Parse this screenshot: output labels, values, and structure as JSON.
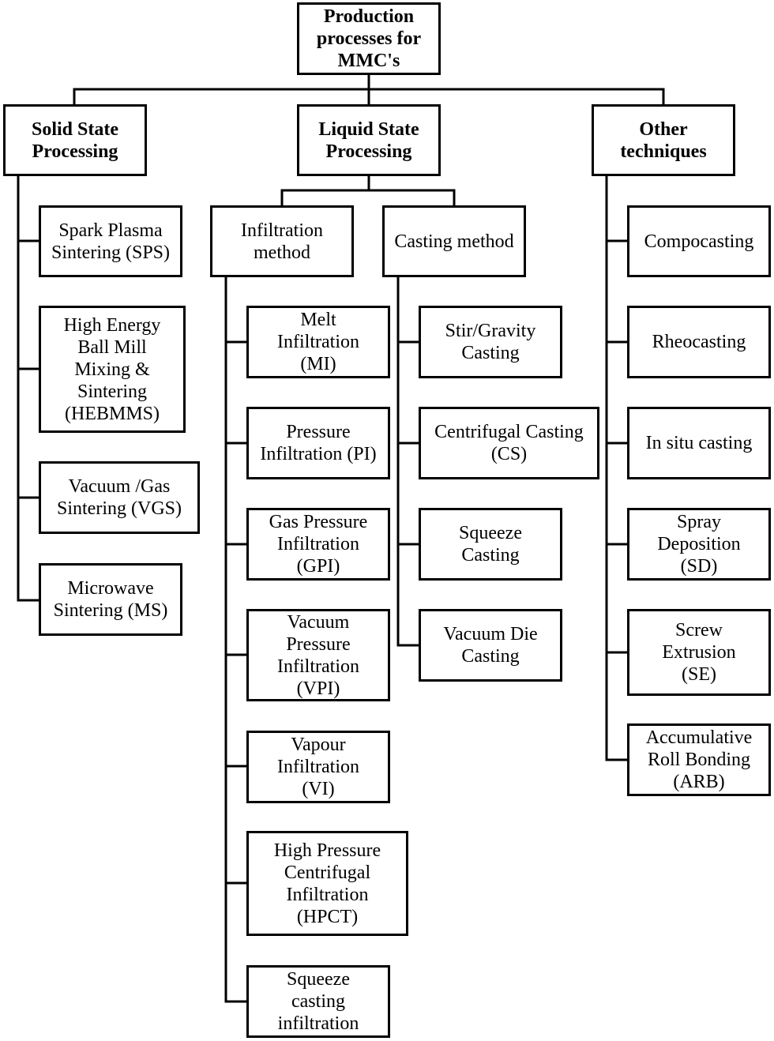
{
  "nodes": {
    "root": "Production\nprocesses for\nMMC's",
    "solid": "Solid State\nProcessing",
    "liquid": "Liquid State\nProcessing",
    "other": "Other\ntechniques",
    "sps": "Spark Plasma\nSintering (SPS)",
    "hebmms": "High Energy\nBall Mill\nMixing &\nSintering\n(HEBMMS)",
    "vgs": "Vacuum /Gas\nSintering (VGS)",
    "ms": "Microwave\nSintering (MS)",
    "infiltration": "Infiltration\nmethod",
    "casting": "Casting method",
    "mi": "Melt\nInfiltration\n(MI)",
    "pi": "Pressure\nInfiltration (PI)",
    "gpi": "Gas Pressure\nInfiltration\n(GPI)",
    "vpi": "Vacuum\nPressure\nInfiltration\n(VPI)",
    "vi": "Vapour\nInfiltration\n(VI)",
    "hpct": "High Pressure\nCentrifugal\nInfiltration\n(HPCT)",
    "sci": "Squeeze\ncasting\ninfiltration",
    "stir": "Stir/Gravity\nCasting",
    "cs": "Centrifugal Casting\n(CS)",
    "squeeze": "Squeeze\nCasting",
    "vdc": "Vacuum Die\nCasting",
    "compo": "Compocasting",
    "rheo": "Rheocasting",
    "insitu": "In situ casting",
    "sd": "Spray\nDeposition\n(SD)",
    "se": "Screw\nExtrusion\n(SE)",
    "arb": "Accumulative\nRoll Bonding\n(ARB)"
  },
  "colors": {
    "line": "#000000",
    "box_fill": "#ffffff"
  }
}
